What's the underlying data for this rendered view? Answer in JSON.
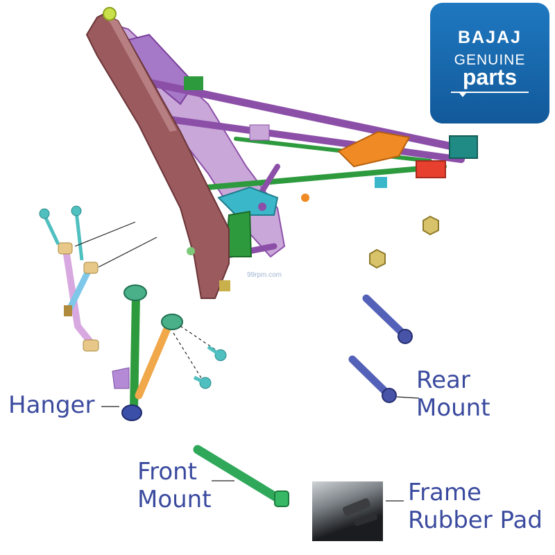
{
  "badge": {
    "brand": "BAJAJ",
    "line1": "GENUINE",
    "line2": "parts"
  },
  "watermark": "99rpm.com",
  "labels": {
    "hanger": "Hanger",
    "rear_mount_line1": "Rear",
    "rear_mount_line2": "Mount",
    "front_mount_line1": "Front",
    "front_mount_line2": "Mount",
    "frame_pad_line1": "Frame",
    "frame_pad_line2": "Rubber Pad"
  },
  "colors": {
    "label_text": "#3a4a9e",
    "badge_bg": "#1868ad",
    "frame_main": "#9a5a5e",
    "frame_purple": "#8c4fa8",
    "frame_green": "#2e9a3e",
    "frame_cyan": "#3ab7c9",
    "frame_orange": "#f08a24",
    "bolt_blue": "#5461b8",
    "bolt_cyan": "#4fbfbf",
    "nut_yellow": "#c9b04a"
  }
}
